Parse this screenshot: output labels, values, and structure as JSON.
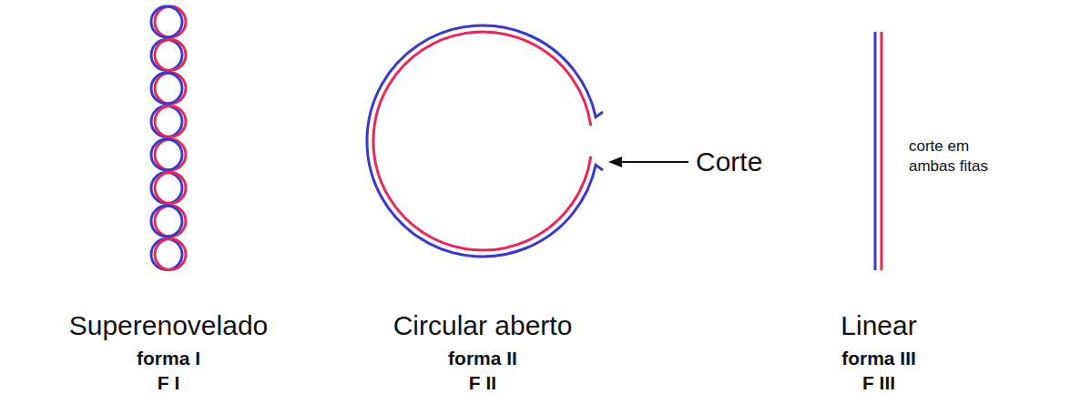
{
  "diagram": {
    "labels": [
      "Superenovelado",
      "forma I",
      "F I",
      "Circular aberto",
      "forma II",
      "F II",
      "Corte",
      "corte em ambas fitas",
      "Linear",
      "forma III",
      "F III"
    ]
  }
}
